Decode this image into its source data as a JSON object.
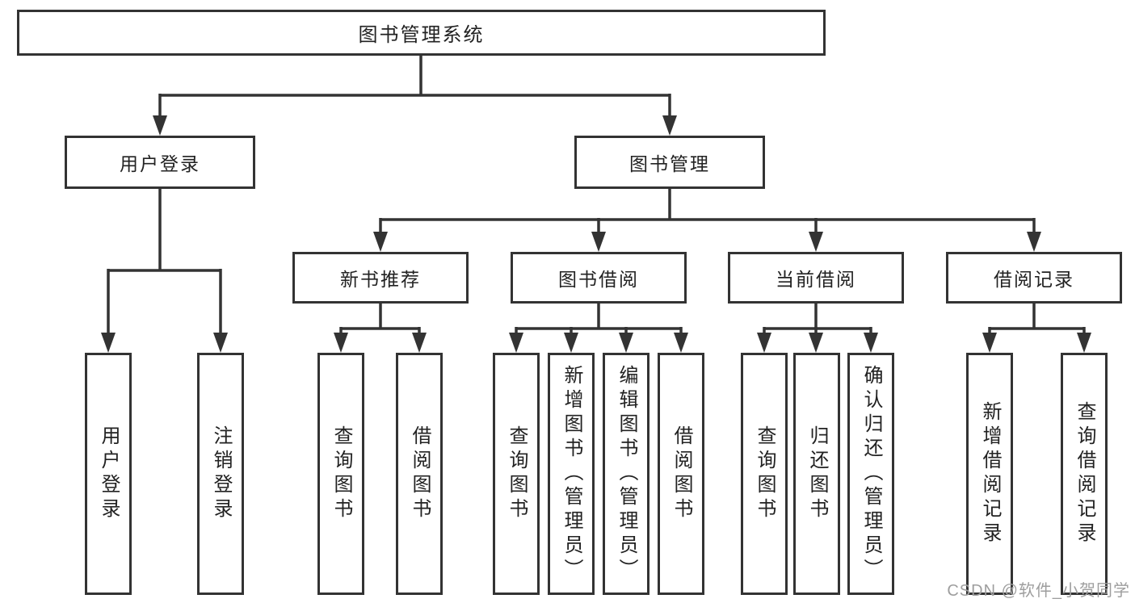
{
  "nodes": {
    "root": "图书管理系统",
    "user_login": "用户登录",
    "book_management": "图书管理",
    "new_book_recommend": "新书推荐",
    "book_borrowing": "图书借阅",
    "current_borrowing": "当前借阅",
    "borrowing_records": "借阅记录",
    "leaves": {
      "user_login": [
        "用户登录",
        "注销登录"
      ],
      "new_book_recommend": [
        "查询图书",
        "借阅图书"
      ],
      "book_borrowing": [
        "查询图书",
        "新增图书（管理员）",
        "编辑图书（管理员）",
        "借阅图书"
      ],
      "current_borrowing": [
        "查询图书",
        "归还图书",
        "确认归还（管理员）"
      ],
      "borrowing_records": [
        "新增借阅记录",
        "查询借阅记录"
      ]
    }
  },
  "watermark": "CSDN @软件_小贺同学",
  "colors": {
    "line": "#333333",
    "box_background": "#ffffff",
    "text": "#222222",
    "watermark": "#9e9e9e"
  }
}
